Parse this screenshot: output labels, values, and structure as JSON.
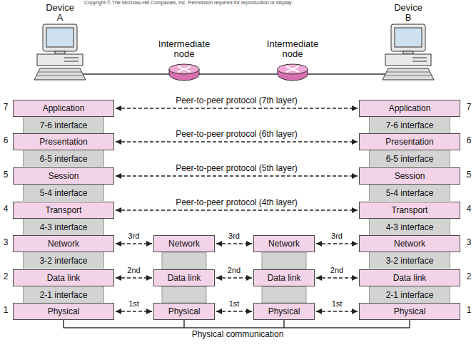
{
  "diagram": {
    "nodes": [
      {
        "text": [
          "Application"
        ]
      },
      {
        "text": [
          "Application"
        ]
      },
      {
        "text": [
          "7-6 interface"
        ]
      },
      {
        "text": [
          "7-6 interface"
        ]
      },
      {
        "text": [
          "Presentation"
        ]
      },
      {
        "text": [
          "Presentation"
        ]
      },
      {
        "text": [
          "6-5 interface"
        ]
      },
      {
        "text": [
          "6-5 interface"
        ]
      },
      {
        "text": [
          "Session"
        ]
      },
      {
        "text": [
          "Session"
        ]
      },
      {
        "text": [
          "5-4 interface"
        ]
      },
      {
        "text": [
          "5-4 interface"
        ]
      },
      {
        "text": [
          "Transport"
        ]
      },
      {
        "text": [
          "Transport"
        ]
      },
      {
        "text": [
          "4-3 interface"
        ]
      },
      {
        "text": [
          "4-3 interface"
        ]
      },
      {
        "text": [
          "Network"
        ]
      },
      {
        "text": [
          "Network"
        ]
      },
      {
        "text": [
          "Network"
        ]
      },
      {
        "text": [
          "Network"
        ]
      },
      {
        "text": [
          "3-2 interface"
        ]
      },
      {
        "text": [
          "3-2 interface"
        ]
      },
      {
        "text": [
          "Data link"
        ]
      },
      {
        "text": [
          "Data link"
        ]
      },
      {
        "text": [
          "Data link"
        ]
      },
      {
        "text": [
          "Data link"
        ]
      },
      {
        "text": [
          "2-1 interface"
        ]
      },
      {
        "text": [
          "2-1 interface"
        ]
      },
      {
        "text": [
          "Physical"
        ]
      },
      {
        "text": [
          "Physical"
        ]
      },
      {
        "text": [
          "Physical"
        ]
      },
      {
        "text": [
          "Physical"
        ]
      }
    ],
    "edges": [
      {
        "from": 0,
        "to": 1,
        "arrow": "both",
        "label": "Peer-to-peer protocol (7th layer)"
      },
      {
        "from": 4,
        "to": 5,
        "arrow": "both",
        "label": "Peer-to-peer protocol (6th layer)"
      },
      {
        "from": 8,
        "to": 9,
        "arrow": "both",
        "label": "Peer-to-peer protocol (5th layer)"
      },
      {
        "from": 12,
        "to": 13,
        "arrow": "both",
        "label": "Peer-to-peer protocol (4th layer)"
      },
      {
        "from": 16,
        "to": 17,
        "arrow": "both",
        "label": "3rd"
      },
      {
        "from": 17,
        "to": 18,
        "arrow": "both",
        "label": "3rd"
      },
      {
        "from": 18,
        "to": 19,
        "arrow": "both",
        "label": "3rd"
      },
      {
        "from": 22,
        "to": 23,
        "arrow": "both",
        "label": "2nd"
      },
      {
        "from": 23,
        "to": 24,
        "arrow": "both",
        "label": "2nd"
      },
      {
        "from": 24,
        "to": 25,
        "arrow": "both",
        "label": "2nd"
      },
      {
        "from": 28,
        "to": 29,
        "arrow": "both",
        "label": "1st"
      },
      {
        "from": 29,
        "to": 30,
        "arrow": "both",
        "label": "1st"
      },
      {
        "from": 30,
        "to": 31,
        "arrow": "both",
        "label": "1st"
      }
    ],
    "labels": [
      "Copyright © The McGraw-Hill Companies, Inc. Permission required for reproduction or display.",
      "Device A",
      "Device B",
      "Intermediate node",
      "Intermediate node",
      "7",
      "7",
      "6",
      "6",
      "5",
      "5",
      "4",
      "4",
      "3",
      "3",
      "2",
      "2",
      "1",
      "1",
      "Physical communication"
    ]
  }
}
